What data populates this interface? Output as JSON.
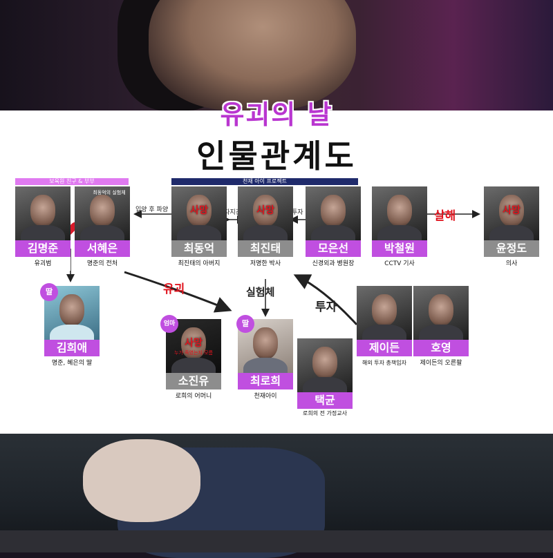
{
  "subtitle": "유괴의 날",
  "title": "인물관계도",
  "groups": {
    "couple": "보육원 친구 & 부부",
    "project": "천재 아이 프로젝트"
  },
  "characters": [
    {
      "id": "kim-myungjun",
      "name": "김명준",
      "desc": "유괴범",
      "badge": "",
      "death": "",
      "death_note": "",
      "photo_note": ""
    },
    {
      "id": "seo-hyeeun",
      "name": "서혜은",
      "desc": "명준의 전처",
      "badge": "",
      "death": "",
      "death_note": "",
      "photo_note": "최동억의 실험체"
    },
    {
      "id": "choi-dongeok",
      "name": "최동억",
      "desc": "최진태의 아버지",
      "badge": "",
      "death": "사망",
      "death_note": "",
      "photo_note": ""
    },
    {
      "id": "choi-jintae",
      "name": "최진태",
      "desc": "저명한 박사",
      "badge": "",
      "death": "사망",
      "death_note": "",
      "photo_note": ""
    },
    {
      "id": "mo-eunseon",
      "name": "모은선",
      "desc": "신경외과 병원장",
      "badge": "",
      "death": "",
      "death_note": "",
      "photo_note": ""
    },
    {
      "id": "park-cheolwon",
      "name": "박철원",
      "desc": "CCTV 기사",
      "badge": "",
      "death": "",
      "death_note": "",
      "photo_note": ""
    },
    {
      "id": "yoon-jeongdo",
      "name": "윤정도",
      "desc": "의사",
      "badge": "",
      "death": "사망",
      "death_note": "",
      "photo_note": ""
    },
    {
      "id": "kim-huiae",
      "name": "김희애",
      "desc": "명준, 혜은의 딸",
      "badge": "딸",
      "death": "",
      "death_note": "",
      "photo_note": ""
    },
    {
      "id": "so-jinyu",
      "name": "소진유",
      "desc": "로희의 어머니",
      "badge": "엄마",
      "death": "사망",
      "death_note": "누가 죽였는지 모름",
      "photo_note": ""
    },
    {
      "id": "choi-rohui",
      "name": "최로희",
      "desc": "천재아이",
      "badge": "딸",
      "death": "",
      "death_note": "",
      "photo_note": ""
    },
    {
      "id": "taekgyun",
      "name": "택균",
      "desc": "로희의 전 가정교사",
      "badge": "",
      "death": "",
      "death_note": "",
      "photo_note": ""
    },
    {
      "id": "jayden",
      "name": "제이든",
      "desc": "해외 투자 총책임자",
      "badge": "",
      "death": "",
      "death_note": "",
      "photo_note": ""
    },
    {
      "id": "hoyoung",
      "name": "호영",
      "desc": "제이든의 오른팔",
      "badge": "",
      "death": "",
      "death_note": "",
      "photo_note": ""
    }
  ],
  "relations": {
    "adopt": "입양 후 파양",
    "father_son": "부자지간",
    "invest_small": "투자",
    "murder": "살해",
    "kidnap": "유괴",
    "subject": "실험체",
    "invest_big": "투자"
  },
  "colors": {
    "accent_purple": "#c04fe0",
    "project_navy": "#1f2a6b",
    "death_red": "#e0141e",
    "heart_red": "#d81a2a"
  }
}
